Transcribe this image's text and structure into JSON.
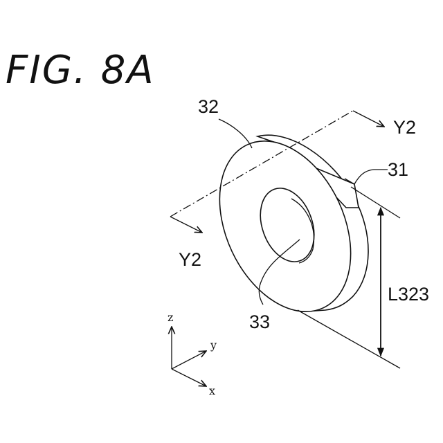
{
  "figure": {
    "title": "FIG. 8A"
  },
  "labels": {
    "washer": "32",
    "body": "31",
    "hole": "33",
    "section_top": "Y2",
    "section_bottom": "Y2",
    "dimension": "L323"
  },
  "axes": {
    "z": "z",
    "y": "y",
    "x": "x"
  }
}
